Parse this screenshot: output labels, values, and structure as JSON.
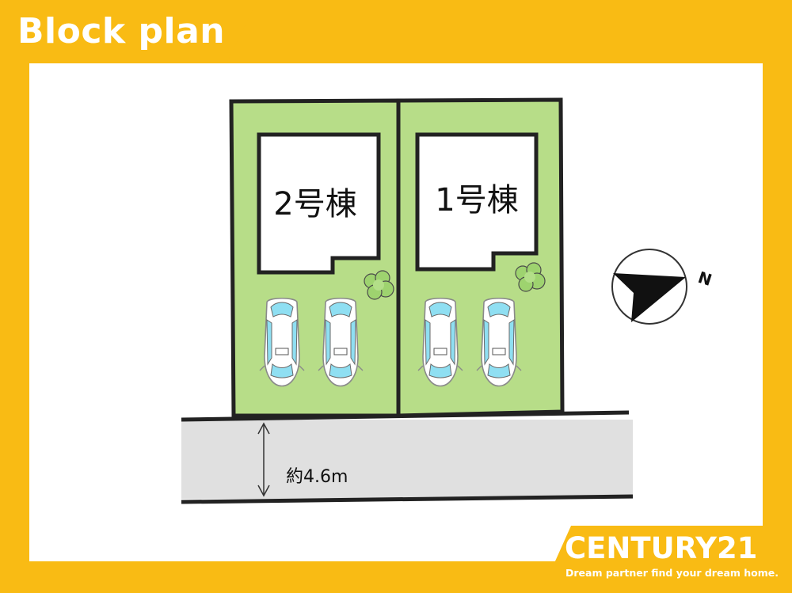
{
  "header": {
    "title": "Block plan"
  },
  "plan": {
    "lots": [
      {
        "label": "2号棟"
      },
      {
        "label": "1号棟"
      }
    ],
    "road_width_label": "約4.6m",
    "compass_label": "N"
  },
  "brand": {
    "name": "CENTURY21",
    "tagline": "Dream partner find your dream home."
  },
  "colors": {
    "frame": "#f9bb14",
    "lot_fill": "#b7dd88",
    "road_fill": "#e0e0e0",
    "car_window": "#8fdff2",
    "tree": "#9ed36f"
  }
}
